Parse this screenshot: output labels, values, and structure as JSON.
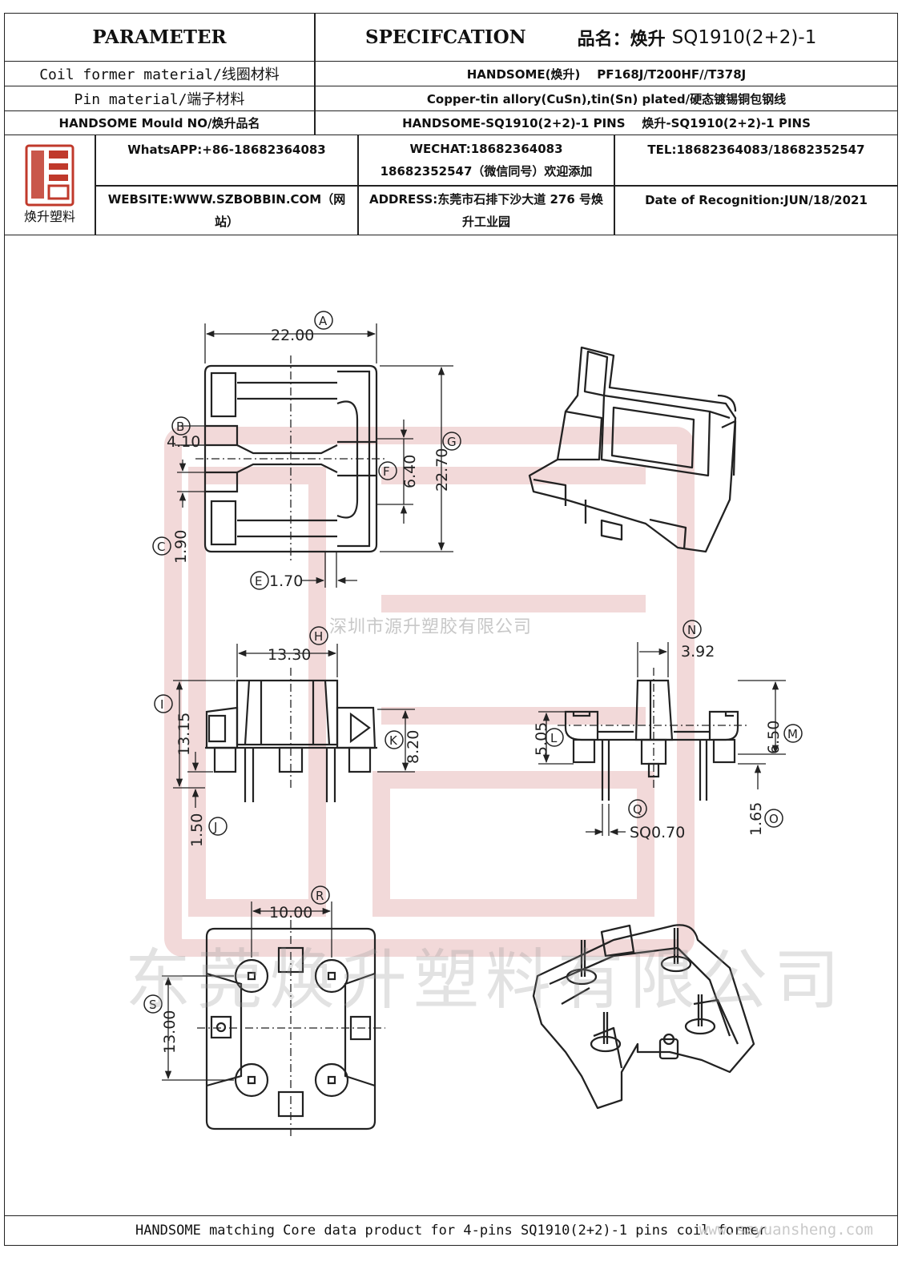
{
  "header": {
    "parameter": "PARAMETER",
    "specification": "SPECIFCATION",
    "product_label": "品名：焕升",
    "product_name": "SQ1910(2+2)-1"
  },
  "rows": [
    {
      "label": "Coil former material/线圈材料",
      "value": "HANDSOME(焕升)    PF168J/T200HF//T378J"
    },
    {
      "label": "Pin material/端子材料",
      "value": "Copper-tin allory(CuSn),tin(Sn) plated/硬态镀锡铜包钢线"
    },
    {
      "label": "HANDSOME Mould NO/焕升品名",
      "value": "HANDSOME-SQ1910(2+2)-1 PINS    焕升-SQ1910(2+2)-1 PINS"
    }
  ],
  "company": {
    "logo_caption": "焕升塑料",
    "whatsapp": "WhatsAPP:+86-18682364083",
    "wechat_line1": "WECHAT:18682364083",
    "wechat_line2": "18682352547（微信同号）欢迎添加",
    "tel": "TEL:18682364083/18682352547",
    "website": "WEBSITE:WWW.SZBOBBIN.COM（网站）",
    "address": "ADDRESS:东莞市石排下沙大道 276 号焕升工业园",
    "date": "Date of Recognition:JUN/18/2021"
  },
  "dimensions": {
    "A": "22.00",
    "B": "4.10",
    "C": "1.90",
    "E": "1.70",
    "F": "6.40",
    "G": "22.70",
    "H": "13.30",
    "I": "13.15",
    "J": "1.50",
    "K": "8.20",
    "N": "3.92",
    "L": "5.05",
    "M": "6.50",
    "O": "1.65",
    "Q": "SQ0.70",
    "R": "10.00",
    "S": "13.00"
  },
  "labels": {
    "A": "A",
    "B": "B",
    "C": "C",
    "E": "E",
    "F": "F",
    "G": "G",
    "H": "H",
    "I": "I",
    "J": "J",
    "K": "K",
    "L": "L",
    "M": "M",
    "N": "N",
    "O": "O",
    "Q": "Q",
    "R": "R",
    "S": "S"
  },
  "watermarks": {
    "company_small": "深圳市源升塑胶有限公司",
    "company_large": "东莞焕升塑料有限公司",
    "url": "www.szyuansheng.com"
  },
  "footer": "HANDSOME matching Core data  product for 4-pins SQ1910(2+2)-1 pins coil former",
  "colors": {
    "line": "#222222",
    "watermark_red": "#e9b9b9",
    "logo_red": "#c0392b"
  }
}
